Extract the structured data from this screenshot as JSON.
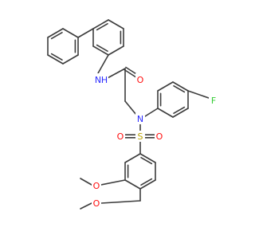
{
  "atoms": {
    "n_amide": {
      "label": "N",
      "color": "#2b2bff"
    },
    "h_amide": {
      "label": "H",
      "color": "#2b2bff"
    },
    "o_carbonyl": {
      "label": "O",
      "color": "#ff0d0d"
    },
    "n_sulfonamide": {
      "label": "N",
      "color": "#2b2bff"
    },
    "s_sulfonyl": {
      "label": "S",
      "color": "#b8a000"
    },
    "o_sulfonyl_left": {
      "label": "O",
      "color": "#ff0d0d"
    },
    "o_sulfonyl_right": {
      "label": "O",
      "color": "#ff0d0d"
    },
    "f_fluoro": {
      "label": "F",
      "color": "#33cc33"
    },
    "o_methoxy_1": {
      "label": "O",
      "color": "#ff0d0d"
    },
    "o_methoxy_2": {
      "label": "O",
      "color": "#ff0d0d"
    }
  },
  "bond_color": "#3c3c3c"
}
